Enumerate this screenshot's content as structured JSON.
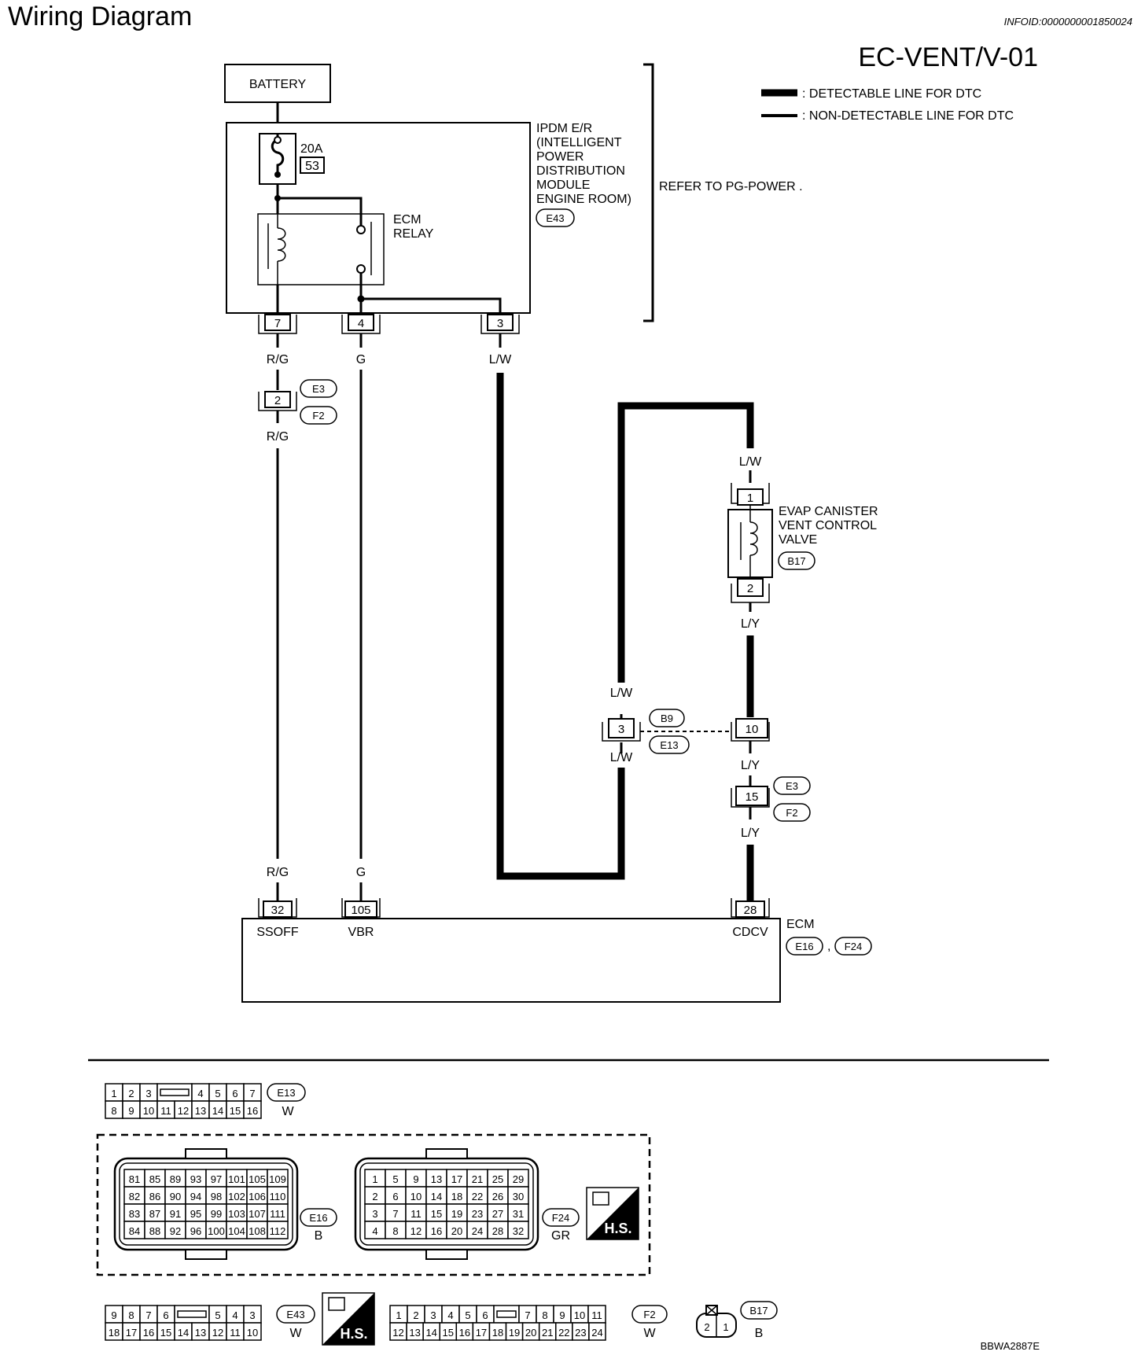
{
  "header": {
    "title": "Wiring Diagram",
    "info_id": "INFOID:0000000001850024",
    "diagram_code": "EC-VENT/V-01"
  },
  "legend": {
    "detectable": ": DETECTABLE LINE FOR DTC",
    "non_detectable": ": NON-DETECTABLE LINE FOR DTC"
  },
  "battery": {
    "label": "BATTERY"
  },
  "fuse": {
    "rating": "20A",
    "number": "53"
  },
  "ipdm": {
    "lines": [
      "IPDM E/R",
      "(INTELLIGENT",
      "POWER",
      "DISTRIBUTION",
      "MODULE",
      "ENGINE ROOM)"
    ],
    "connector": "E43",
    "refer": "REFER TO  PG-POWER ."
  },
  "ecm_relay": {
    "lines": [
      "ECM",
      "RELAY"
    ]
  },
  "ipdm_pins": {
    "p7": "7",
    "p4": "4",
    "p3": "3"
  },
  "wires": {
    "rg": "R/G",
    "g": "G",
    "lw": "L/W",
    "ly": "L/Y"
  },
  "e3f2_conn": {
    "pin_a": "2",
    "pin_b": "15",
    "c1": "E3",
    "c2": "F2"
  },
  "valve": {
    "lines": [
      "EVAP CANISTER",
      "VENT CONTROL",
      "VALVE"
    ],
    "connector": "B17",
    "pin1": "1",
    "pin2": "2"
  },
  "b9e13_conn": {
    "pin_a": "3",
    "pin_b": "10",
    "c1": "B9",
    "c2": "E13"
  },
  "ecm": {
    "label": "ECM",
    "c1": "E16",
    "sep": ",",
    "c2": "F24",
    "pins": [
      {
        "num": "32",
        "name": "SSOFF"
      },
      {
        "num": "105",
        "name": "VBR"
      },
      {
        "num": "28",
        "name": "CDCV"
      }
    ]
  },
  "connectors": {
    "e13": {
      "id": "E13",
      "color": "W",
      "top": [
        "1",
        "2",
        "3",
        "4",
        "5",
        "6",
        "7"
      ],
      "bottom": [
        "8",
        "9",
        "10",
        "11",
        "12",
        "13",
        "14",
        "15",
        "16"
      ]
    },
    "e16": {
      "id": "E16",
      "color": "B",
      "rows": [
        [
          "81",
          "85",
          "89",
          "93",
          "97",
          "101",
          "105",
          "109"
        ],
        [
          "82",
          "86",
          "90",
          "94",
          "98",
          "102",
          "106",
          "110"
        ],
        [
          "83",
          "87",
          "91",
          "95",
          "99",
          "103",
          "107",
          "111"
        ],
        [
          "84",
          "88",
          "92",
          "96",
          "100",
          "104",
          "108",
          "112"
        ]
      ]
    },
    "f24": {
      "id": "F24",
      "color": "GR",
      "rows": [
        [
          "1",
          "5",
          "9",
          "13",
          "17",
          "21",
          "25",
          "29"
        ],
        [
          "2",
          "6",
          "10",
          "14",
          "18",
          "22",
          "26",
          "30"
        ],
        [
          "3",
          "7",
          "11",
          "15",
          "19",
          "23",
          "27",
          "31"
        ],
        [
          "4",
          "8",
          "12",
          "16",
          "20",
          "24",
          "28",
          "32"
        ]
      ]
    },
    "e43": {
      "id": "E43",
      "color": "W",
      "top": [
        "9",
        "8",
        "7",
        "6",
        "5",
        "4",
        "3"
      ],
      "bottom": [
        "18",
        "17",
        "16",
        "15",
        "14",
        "13",
        "12",
        "11",
        "10"
      ]
    },
    "f2": {
      "id": "F2",
      "color": "W",
      "top": [
        "1",
        "2",
        "3",
        "4",
        "5",
        "6",
        "7",
        "8",
        "9",
        "10",
        "11"
      ],
      "bottom": [
        "12",
        "13",
        "14",
        "15",
        "16",
        "17",
        "18",
        "19",
        "20",
        "21",
        "22",
        "23",
        "24"
      ]
    },
    "b17": {
      "id": "B17",
      "color": "B",
      "pins": [
        "2",
        "1"
      ]
    }
  },
  "hs_badge": "H.S.",
  "footer_code": "BBWA2887E"
}
